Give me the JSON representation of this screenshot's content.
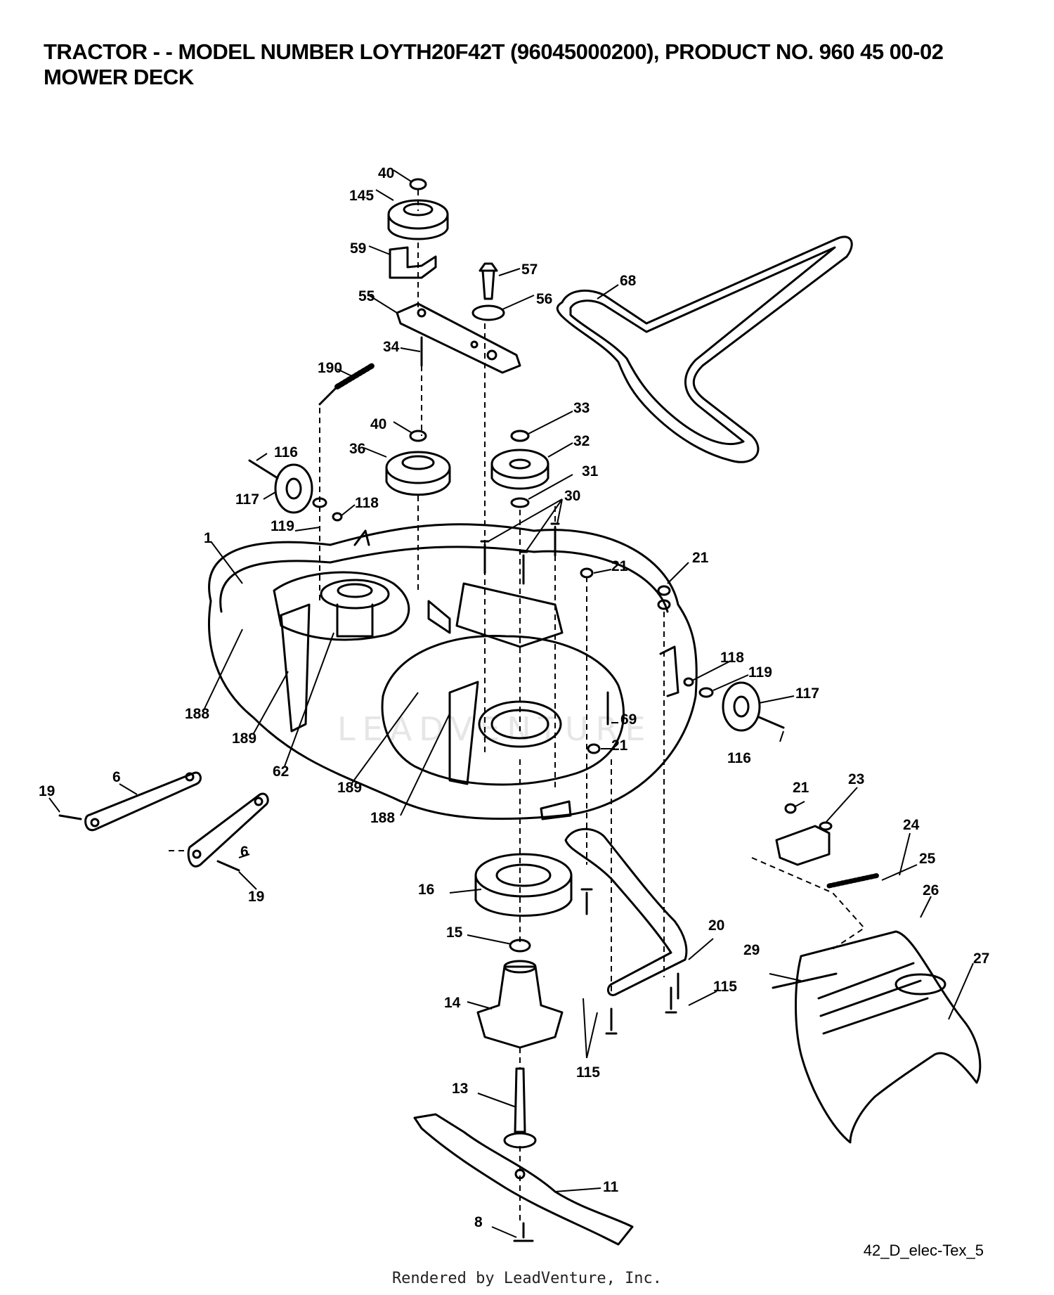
{
  "header": {
    "line1": "TRACTOR - - MODEL NUMBER LOYTH20F42T (96045000200), PRODUCT NO. 960 45 00-02",
    "line2": "MOWER DECK"
  },
  "watermark": "LEADVENTURE",
  "diagram_ref": "42_D_elec-Tex_5",
  "footer": "Rendered by LeadVenture, Inc.",
  "callouts": {
    "c40a": "40",
    "c145": "145",
    "c59": "59",
    "c55": "55",
    "c57": "57",
    "c56": "56",
    "c34": "34",
    "c190": "190",
    "c68": "68",
    "c40b": "40",
    "c36": "36",
    "c33": "33",
    "c32": "32",
    "c31": "31",
    "c30": "30",
    "c116a": "116",
    "c117a": "117",
    "c118a": "118",
    "c119a": "119",
    "c1": "1",
    "c21a": "21",
    "c21b": "21",
    "c118b": "118",
    "c119b": "119",
    "c117b": "117",
    "c69": "69",
    "c116b": "116",
    "c188a": "188",
    "c189a": "189",
    "c62": "62",
    "c189b": "189",
    "c188b": "188",
    "c21c": "21",
    "c6a": "6",
    "c19a": "19",
    "c6b": "6",
    "c19b": "19",
    "c21d": "21",
    "c23": "23",
    "c24": "24",
    "c25": "25",
    "c26": "26",
    "c16": "16",
    "c15": "15",
    "c20": "20",
    "c29": "29",
    "c27": "27",
    "c14": "14",
    "c115a": "115",
    "c115b": "115",
    "c13": "13",
    "c11": "11",
    "c8": "8"
  }
}
